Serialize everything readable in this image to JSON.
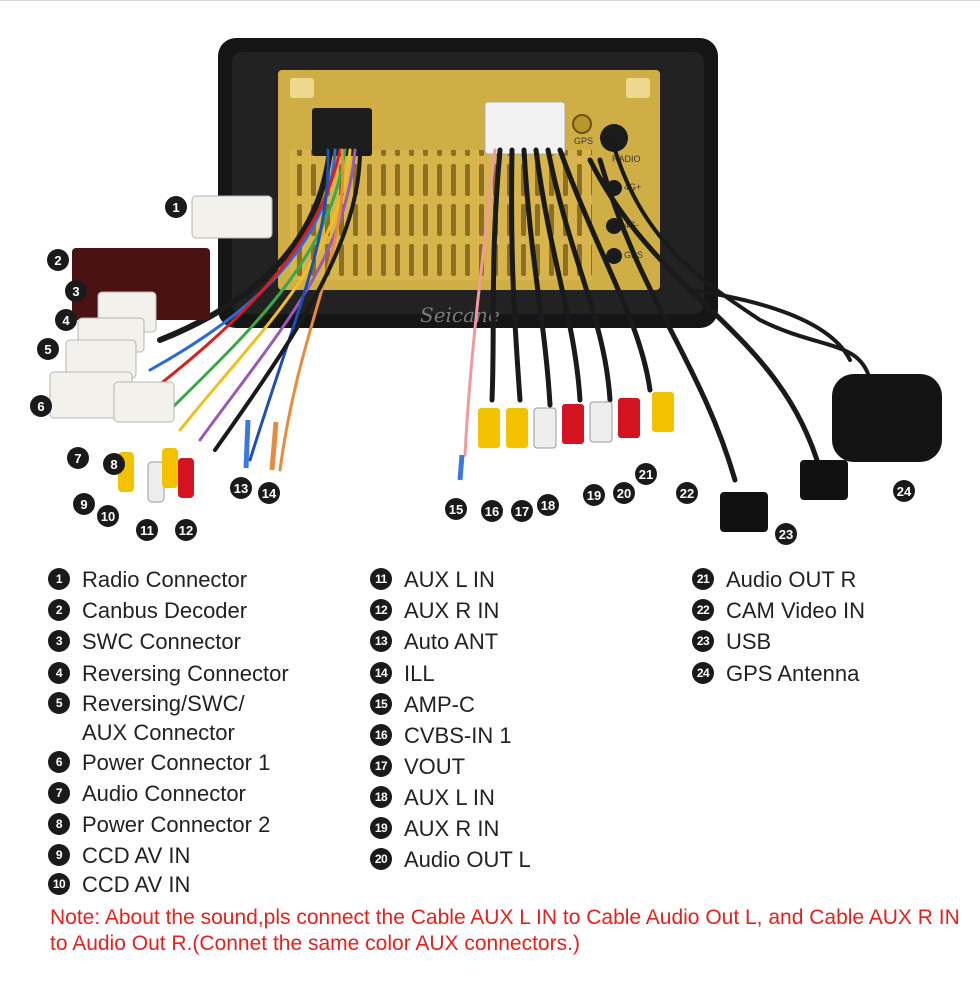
{
  "brand_watermark": "Seicane",
  "unit_labels": {
    "gps": "GPS",
    "radio": "RADIO",
    "plus_4g": "4G+",
    "minus_4g": "4G-",
    "gps_port": "GPS"
  },
  "photo_callouts": [
    "1",
    "2",
    "3",
    "4",
    "5",
    "6",
    "7",
    "8",
    "9",
    "10",
    "11",
    "12",
    "13",
    "14",
    "15",
    "16",
    "17",
    "18",
    "19",
    "20",
    "21",
    "22",
    "23",
    "24"
  ],
  "legend": {
    "column1": [
      {
        "num": "1",
        "label": "Radio Connector"
      },
      {
        "num": "2",
        "label": "Canbus Decoder"
      },
      {
        "num": "3",
        "label": "SWC Connector"
      },
      {
        "num": "4",
        "label": "Reversing Connector"
      },
      {
        "num": "5",
        "label": "Reversing/SWC/\nAUX Connector"
      },
      {
        "num": "6",
        "label": "Power Connector 1"
      },
      {
        "num": "7",
        "label": "Audio Connector"
      },
      {
        "num": "8",
        "label": "Power Connector 2"
      },
      {
        "num": "9",
        "label": "CCD AV IN"
      },
      {
        "num": "10",
        "label": "CCD AV IN"
      }
    ],
    "column2": [
      {
        "num": "11",
        "label": "AUX L IN"
      },
      {
        "num": "12",
        "label": "AUX R IN"
      },
      {
        "num": "13",
        "label": "Auto ANT"
      },
      {
        "num": "14",
        "label": "ILL"
      },
      {
        "num": "15",
        "label": "AMP-C"
      },
      {
        "num": "16",
        "label": "CVBS-IN 1"
      },
      {
        "num": "17",
        "label": "VOUT"
      },
      {
        "num": "18",
        "label": "AUX L IN"
      },
      {
        "num": "19",
        "label": "AUX R IN"
      },
      {
        "num": "20",
        "label": "Audio OUT L"
      }
    ],
    "column3": [
      {
        "num": "21",
        "label": "Audio OUT R"
      },
      {
        "num": "22",
        "label": "CAM Video IN"
      },
      {
        "num": "23",
        "label": "USB"
      },
      {
        "num": "24",
        "label": "GPS Antenna"
      }
    ]
  },
  "note": "Note: About the sound,pls connect the Cable AUX L IN to Cable Audio Out L, and Cable AUX R IN to  Audio Out R.(Connet the same color AUX connectors.)",
  "colors": {
    "note": "#e8201b",
    "badge": "#1a1a1a",
    "unit_back": "#d8b74a",
    "frame": "#141414",
    "rca_yellow": "#f2c200",
    "rca_red": "#d3131f",
    "rca_white": "#eeeeee"
  }
}
